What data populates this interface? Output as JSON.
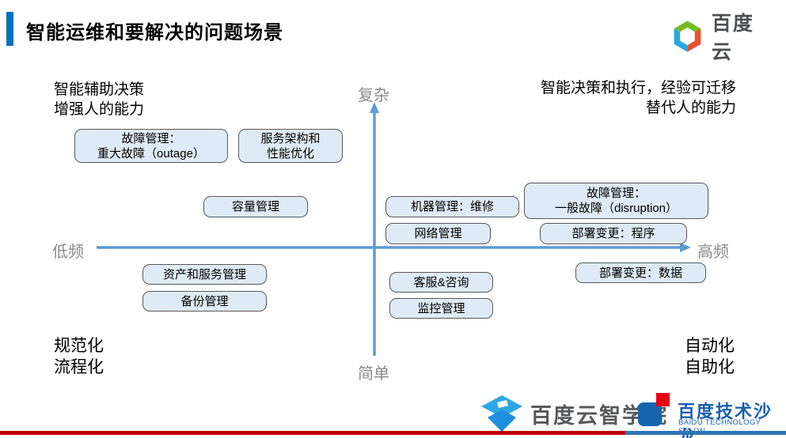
{
  "slide": {
    "title": "智能运维和要解决的问题场景"
  },
  "logos": {
    "baidu_cloud": "百度云",
    "academy": "百度云智学院",
    "salon_cn": "百度技术沙龙",
    "salon_en": "BAIDU TECHNOLOGY SALON"
  },
  "quadrant": {
    "axes": {
      "top": "复杂",
      "bottom": "简单",
      "left": "低频",
      "right": "高频"
    },
    "corners": {
      "top_left": {
        "line1": "智能辅助决策",
        "line2": "增强人的能力"
      },
      "top_right": {
        "line1": "智能决策和执行，经验可迁移",
        "line2": "替代人的能力"
      },
      "bottom_left": {
        "line1": "规范化",
        "line2": "流程化"
      },
      "bottom_right": {
        "line1": "自动化",
        "line2": "自助化"
      }
    },
    "boxes": [
      {
        "id": "fault-outage",
        "lines": [
          "故障管理：",
          "重大故障（outage）"
        ]
      },
      {
        "id": "service-arch",
        "lines": [
          "服务架构和",
          "性能优化"
        ]
      },
      {
        "id": "capacity",
        "lines": [
          "容量管理"
        ]
      },
      {
        "id": "machine-repair",
        "lines": [
          "机器管理：维修"
        ]
      },
      {
        "id": "network",
        "lines": [
          "网络管理"
        ]
      },
      {
        "id": "fault-disruption",
        "lines": [
          "故障管理：",
          "一般故障（disruption）"
        ]
      },
      {
        "id": "deploy-program",
        "lines": [
          "部署变更：程序"
        ]
      },
      {
        "id": "asset-service",
        "lines": [
          "资产和服务管理"
        ]
      },
      {
        "id": "backup",
        "lines": [
          "备份管理"
        ]
      },
      {
        "id": "customer-service",
        "lines": [
          "客服&咨询"
        ]
      },
      {
        "id": "monitoring",
        "lines": [
          "监控管理"
        ]
      },
      {
        "id": "deploy-data",
        "lines": [
          "部署变更：数据"
        ]
      }
    ]
  },
  "colors": {
    "axis_blue": "#5B9BD5",
    "box_fill": "#DEEBF6",
    "box_border": "#595959",
    "title_bar_blue": "#0070C0",
    "footer_red": "#C00000",
    "footer_blue": "#2E75B6"
  }
}
